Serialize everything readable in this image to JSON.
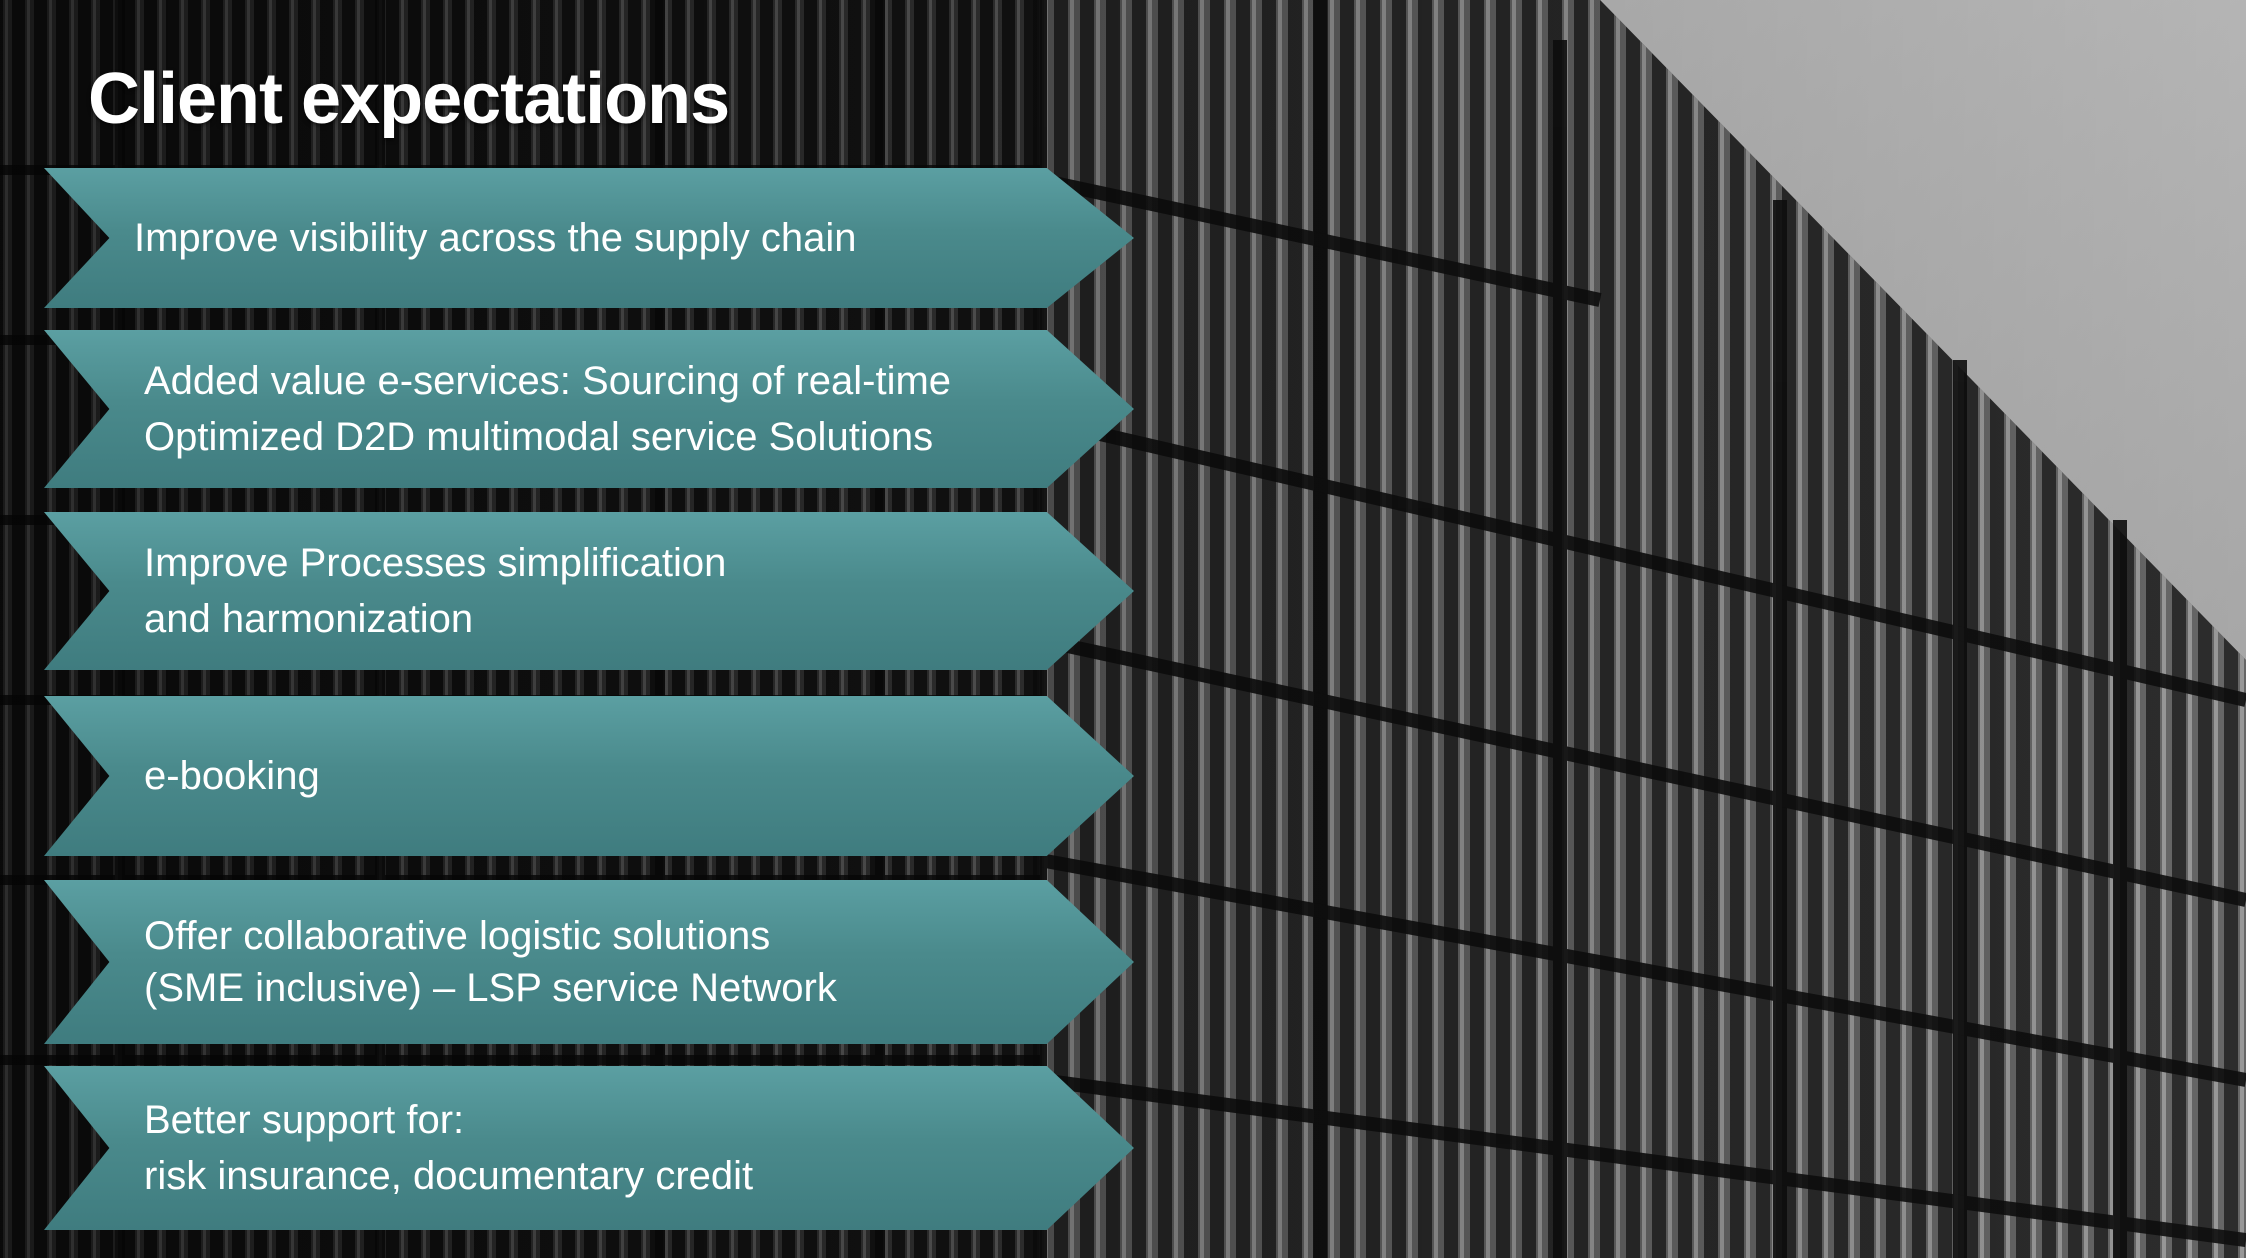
{
  "slide": {
    "title": "Client expectations",
    "items": [
      {
        "lines": [
          "Improve visibility across the supply chain"
        ]
      },
      {
        "lines": [
          "Added value e-services: Sourcing of real-time",
          "Optimized D2D multimodal service Solutions"
        ]
      },
      {
        "lines": [
          "Improve Processes simplification",
          "and harmonization"
        ]
      },
      {
        "lines": [
          "e-booking"
        ]
      },
      {
        "lines": [
          "Offer collaborative logistic solutions",
          "(SME inclusive) – LSP service Network"
        ]
      },
      {
        "lines": [
          "Better support for:",
          "risk insurance, documentary credit"
        ]
      }
    ]
  },
  "colors": {
    "chevron": "#4a8a8c",
    "text": "#ffffff"
  },
  "background": {
    "image": "stacked-shipping-containers-photo"
  }
}
